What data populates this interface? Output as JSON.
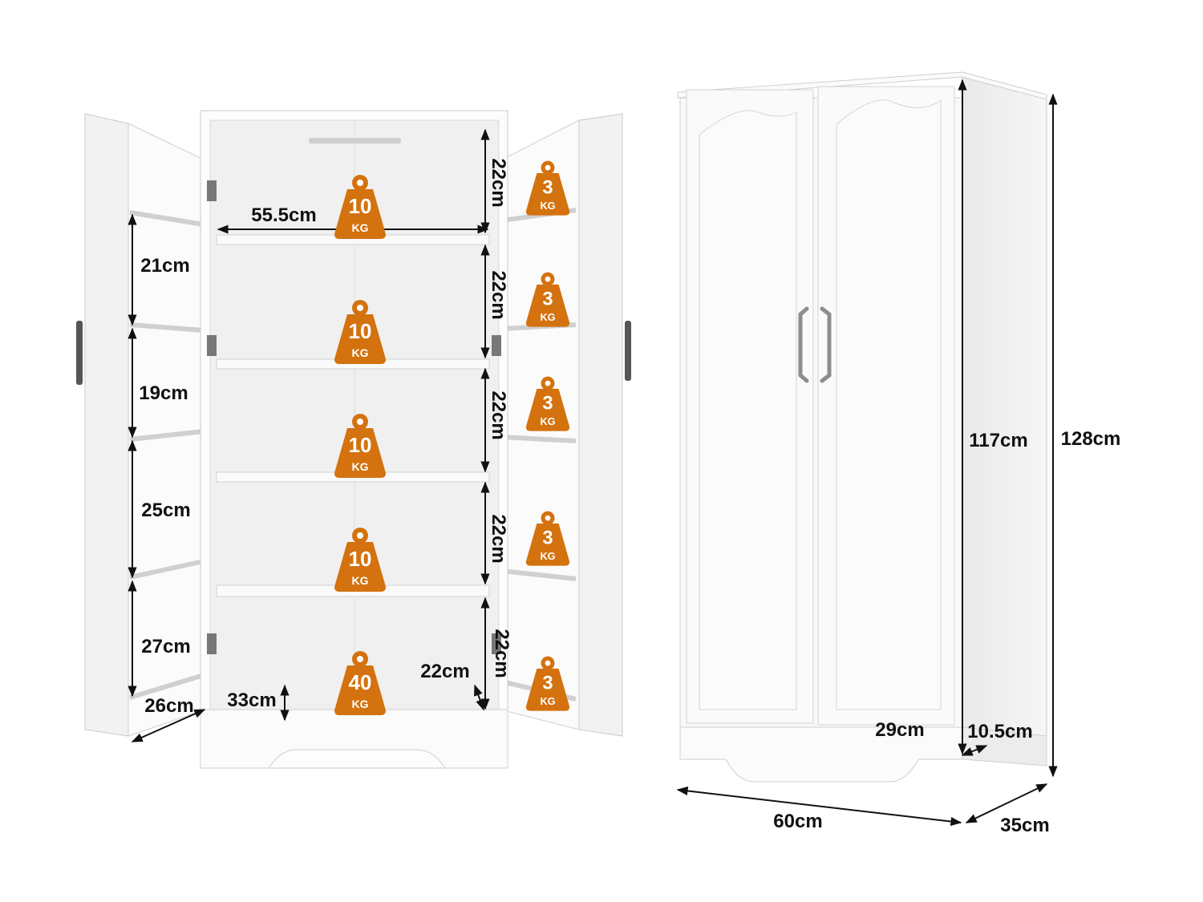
{
  "colors": {
    "weight_badge": "#d3720e",
    "cabinet_white": "#f7f7f7",
    "cabinet_shadow": "#e2e2e2",
    "outline": "#bdbdbd",
    "dimension_line": "#111111"
  },
  "weights": {
    "unit": "KG",
    "shelf": "10",
    "bottom": "40",
    "door": "3"
  },
  "open_cabinet": {
    "interior_width": "55.5cm",
    "shelf_gap_1": "22cm",
    "shelf_gap_2": "22cm",
    "shelf_gap_3": "22cm",
    "shelf_gap_4": "22cm",
    "shelf_gap_5": "22cm",
    "bottom_clearance": "33cm",
    "bottom_depth": "22cm",
    "door_gap_1": "21cm",
    "door_gap_2": "19cm",
    "door_gap_3": "25cm",
    "door_gap_4": "27cm",
    "door_width": "26cm"
  },
  "closed_cabinet": {
    "door_height": "117cm",
    "total_height": "128cm",
    "width": "60cm",
    "depth": "35cm",
    "door_panel_width": "29cm",
    "side_depth": "10.5cm"
  }
}
